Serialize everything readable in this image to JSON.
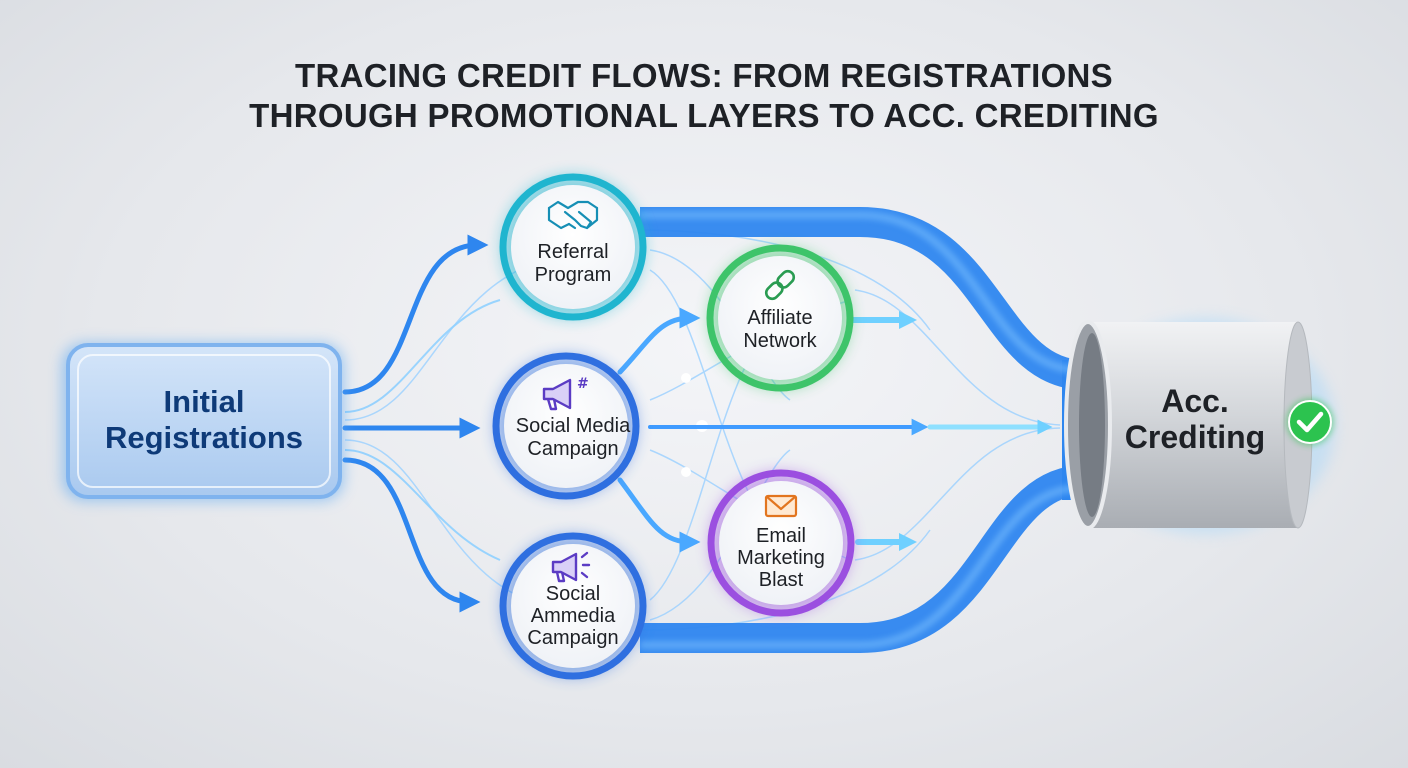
{
  "title": {
    "line1": "TRACING CREDIT FLOWS: FROM REGISTRATIONS",
    "line2": "THROUGH PROMOTIONAL LAYERS TO ACC. CREDITING"
  },
  "nodes": {
    "source": {
      "line1": "Initial",
      "line2": "Registrations",
      "icon": "none"
    },
    "referral": {
      "line1": "Referral",
      "line2": "Program",
      "icon": "handshake-icon",
      "color": "#1fb5cf"
    },
    "social1": {
      "line1": "Social Media",
      "line2": "Campaign",
      "icon": "megaphone-hashtag-icon",
      "color": "#2f6fe0"
    },
    "social2": {
      "line1": "Social",
      "line2": "Ammedia",
      "line3": "Campaign",
      "icon": "megaphone-icon",
      "color": "#2f6fe0"
    },
    "affiliate": {
      "line1": "Affiliate",
      "line2": "Network",
      "icon": "chain-link-icon",
      "color": "#3ec46a"
    },
    "email": {
      "line1": "Email",
      "line2": "Marketing",
      "line3": "Blast",
      "icon": "envelope-icon",
      "color": "#9b4fe0"
    },
    "target": {
      "line1": "Acc.",
      "line2": "Crediting",
      "icon": "check-circle-icon"
    }
  },
  "colors": {
    "flow": "#2e86ef",
    "flow_light": "#5fb3ff",
    "source_fill": "#bcd6f5",
    "check": "#2cc34f",
    "text": "#1e2126",
    "source_text": "#0e3a78"
  }
}
